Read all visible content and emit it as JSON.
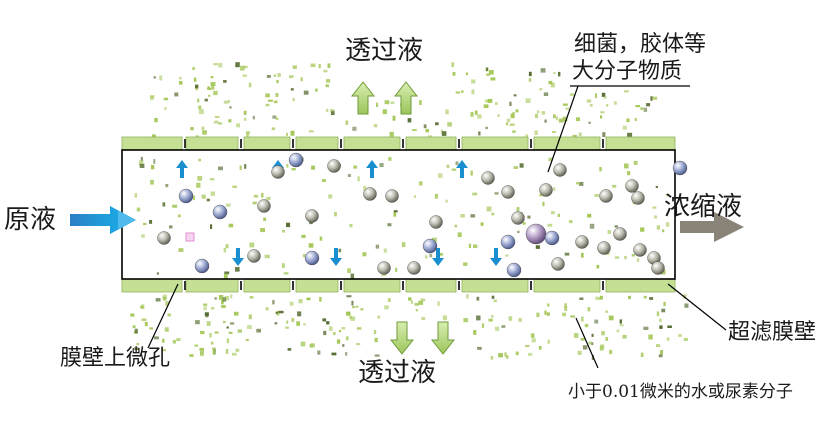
{
  "labels": {
    "permeate_top": "透过液",
    "permeate_bottom": "透过液",
    "feed": "原液",
    "concentrate": "浓缩液",
    "macromolecules_line1": "细菌，胶体等",
    "macromolecules_line2": "大分子物质",
    "membrane_pores": "膜壁上微孔",
    "uf_membrane_wall": "超滤膜壁",
    "small_molecules": "小于0.01微米的水或尿素分子"
  },
  "colors": {
    "membrane": "#c5e094",
    "membrane_edge": "#8fb35a",
    "tube_outline": "#000000",
    "blue_arrow": "#1a8fd0",
    "permeate_arrow": "#b5d77a",
    "concentrate_arrow": "#8a8377",
    "large_particle": "#7f8fb8",
    "gray_particle": "#9a9a8c",
    "small_particle": "#a3c655",
    "pink_particle": "#e48fd6"
  }
}
